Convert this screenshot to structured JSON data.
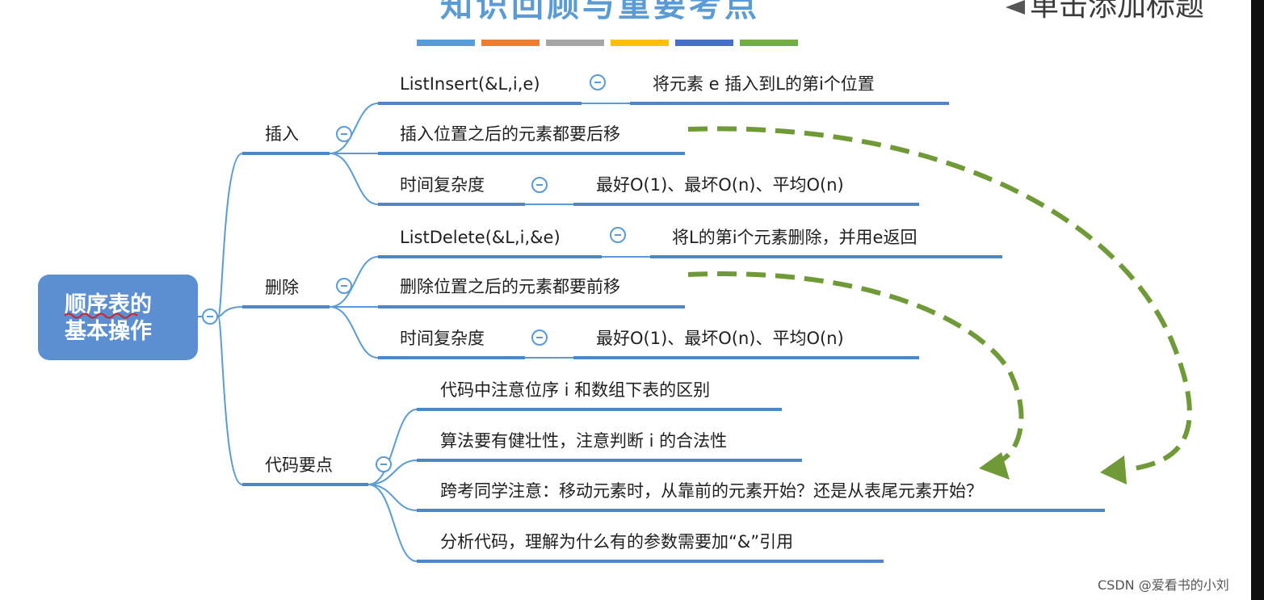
{
  "title": "知识回顾与重要考点",
  "top_right_text": "单击添加标题",
  "title_bar_colors": [
    "#5b9bd5",
    "#ed7d31",
    "#a5a5a5",
    "#ffc000",
    "#4472c4",
    "#70ad47"
  ],
  "root": {
    "line1": "顺序表的",
    "line2": "基本操作"
  },
  "branches": {
    "insert": {
      "label": "插入",
      "items": {
        "api": "ListInsert(&L,i,e)",
        "api_desc": "将元素 e 插入到L的第i个位置",
        "note": "插入位置之后的元素都要后移",
        "complexity": "时间复杂度",
        "complexity_desc": "最好O(1)、最坏O(n)、平均O(n)"
      }
    },
    "delete": {
      "label": "删除",
      "items": {
        "api": "ListDelete(&L,i,&e)",
        "api_desc": "将L的第i个元素删除，并用e返回",
        "note": "删除位置之后的元素都要前移",
        "complexity": "时间复杂度",
        "complexity_desc": "最好O(1)、最坏O(n)、平均O(n)"
      }
    },
    "code": {
      "label": "代码要点",
      "items": [
        "代码中注意位序 i 和数组下表的区别",
        "算法要有健壮性，注意判断 i 的合法性",
        "跨考同学注意：移动元素时，从靠前的元素开始？还是从表尾元素开始？",
        "分析代码，理解为什么有的参数需要加“&”引用"
      ]
    }
  },
  "colors": {
    "branch_line": "#5b9bd5",
    "underline": "#4f86c6",
    "arrow": "#6f9a37",
    "root_bg": "#5b8fd2"
  },
  "watermark": "CSDN @爱看书的小刘"
}
